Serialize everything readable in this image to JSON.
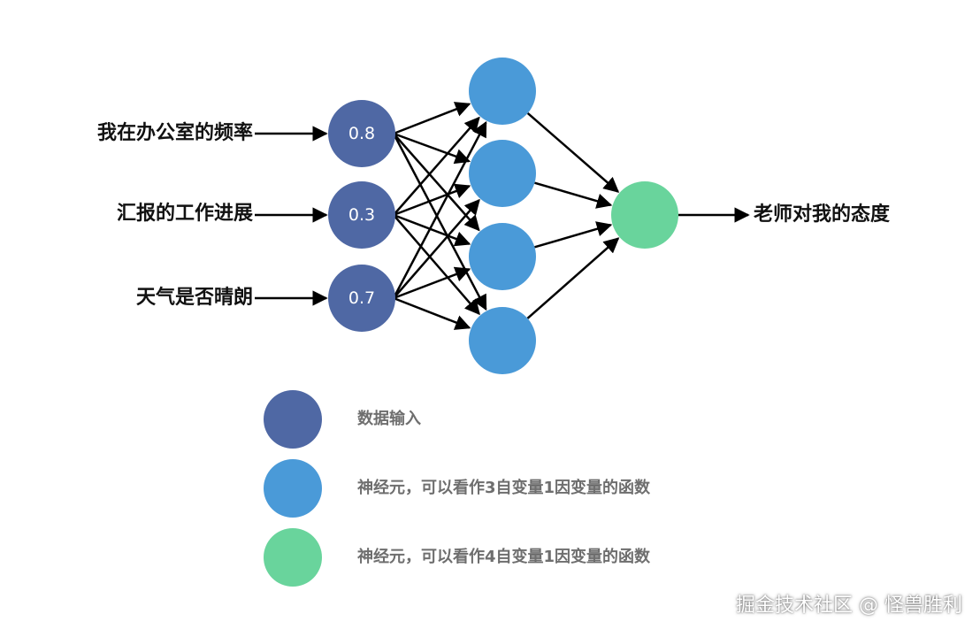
{
  "inputs": [
    {
      "label": "我在办公室的频率",
      "value": "0.8"
    },
    {
      "label": "汇报的工作进展",
      "value": "0.3"
    },
    {
      "label": "天气是否晴朗",
      "value": "0.7"
    }
  ],
  "output": {
    "label": "老师对我的态度"
  },
  "legend": [
    {
      "text": "数据输入",
      "color": "#4f68a4"
    },
    {
      "text": "神经元，可以看作3自变量1因变量的函数",
      "color": "#4a9ad8"
    },
    {
      "text": "神经元，可以看作4自变量1因变量的函数",
      "color": "#69d49c"
    }
  ],
  "colors": {
    "input_node": "#4f68a4",
    "hidden_node": "#4a9ad8",
    "output_node": "#69d49c",
    "edge": "#000000"
  },
  "watermark": "掘金技术社区 @ 怪兽胜利"
}
